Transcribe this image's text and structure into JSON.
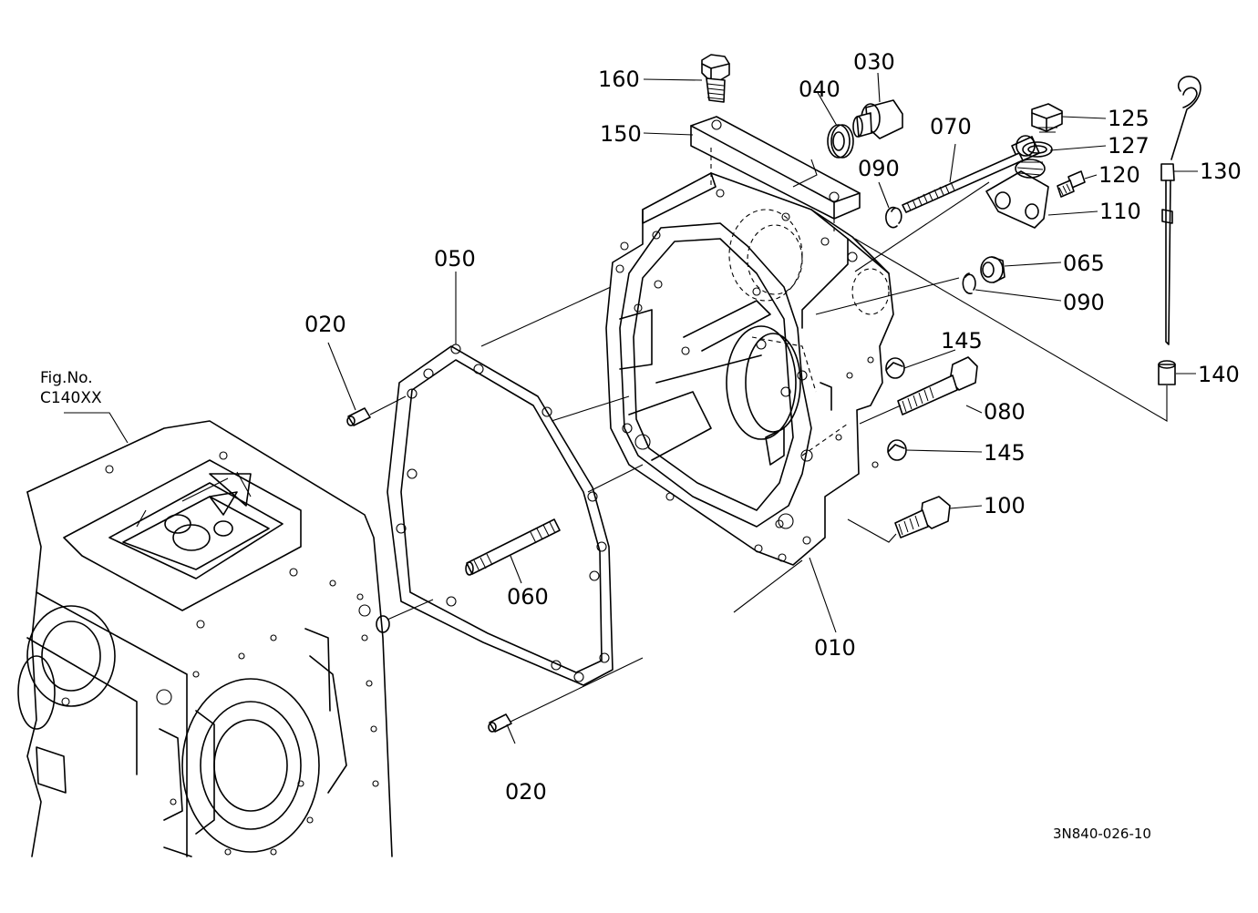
{
  "figure_ref": {
    "line1": "Fig.No.",
    "line2": "C140XX"
  },
  "doc_number": "3N840-026-10",
  "callouts": {
    "p160": "160",
    "p150": "150",
    "p040": "040",
    "p030": "030",
    "p070": "070",
    "p090a": "090",
    "p125": "125",
    "p127": "127",
    "p120": "120",
    "p130": "130",
    "p110": "110",
    "p065": "065",
    "p090b": "090",
    "p050": "050",
    "p020a": "020",
    "p145a": "145",
    "p140": "140",
    "p080": "080",
    "p145b": "145",
    "p100": "100",
    "p060": "060",
    "p010": "010",
    "p020b": "020"
  }
}
